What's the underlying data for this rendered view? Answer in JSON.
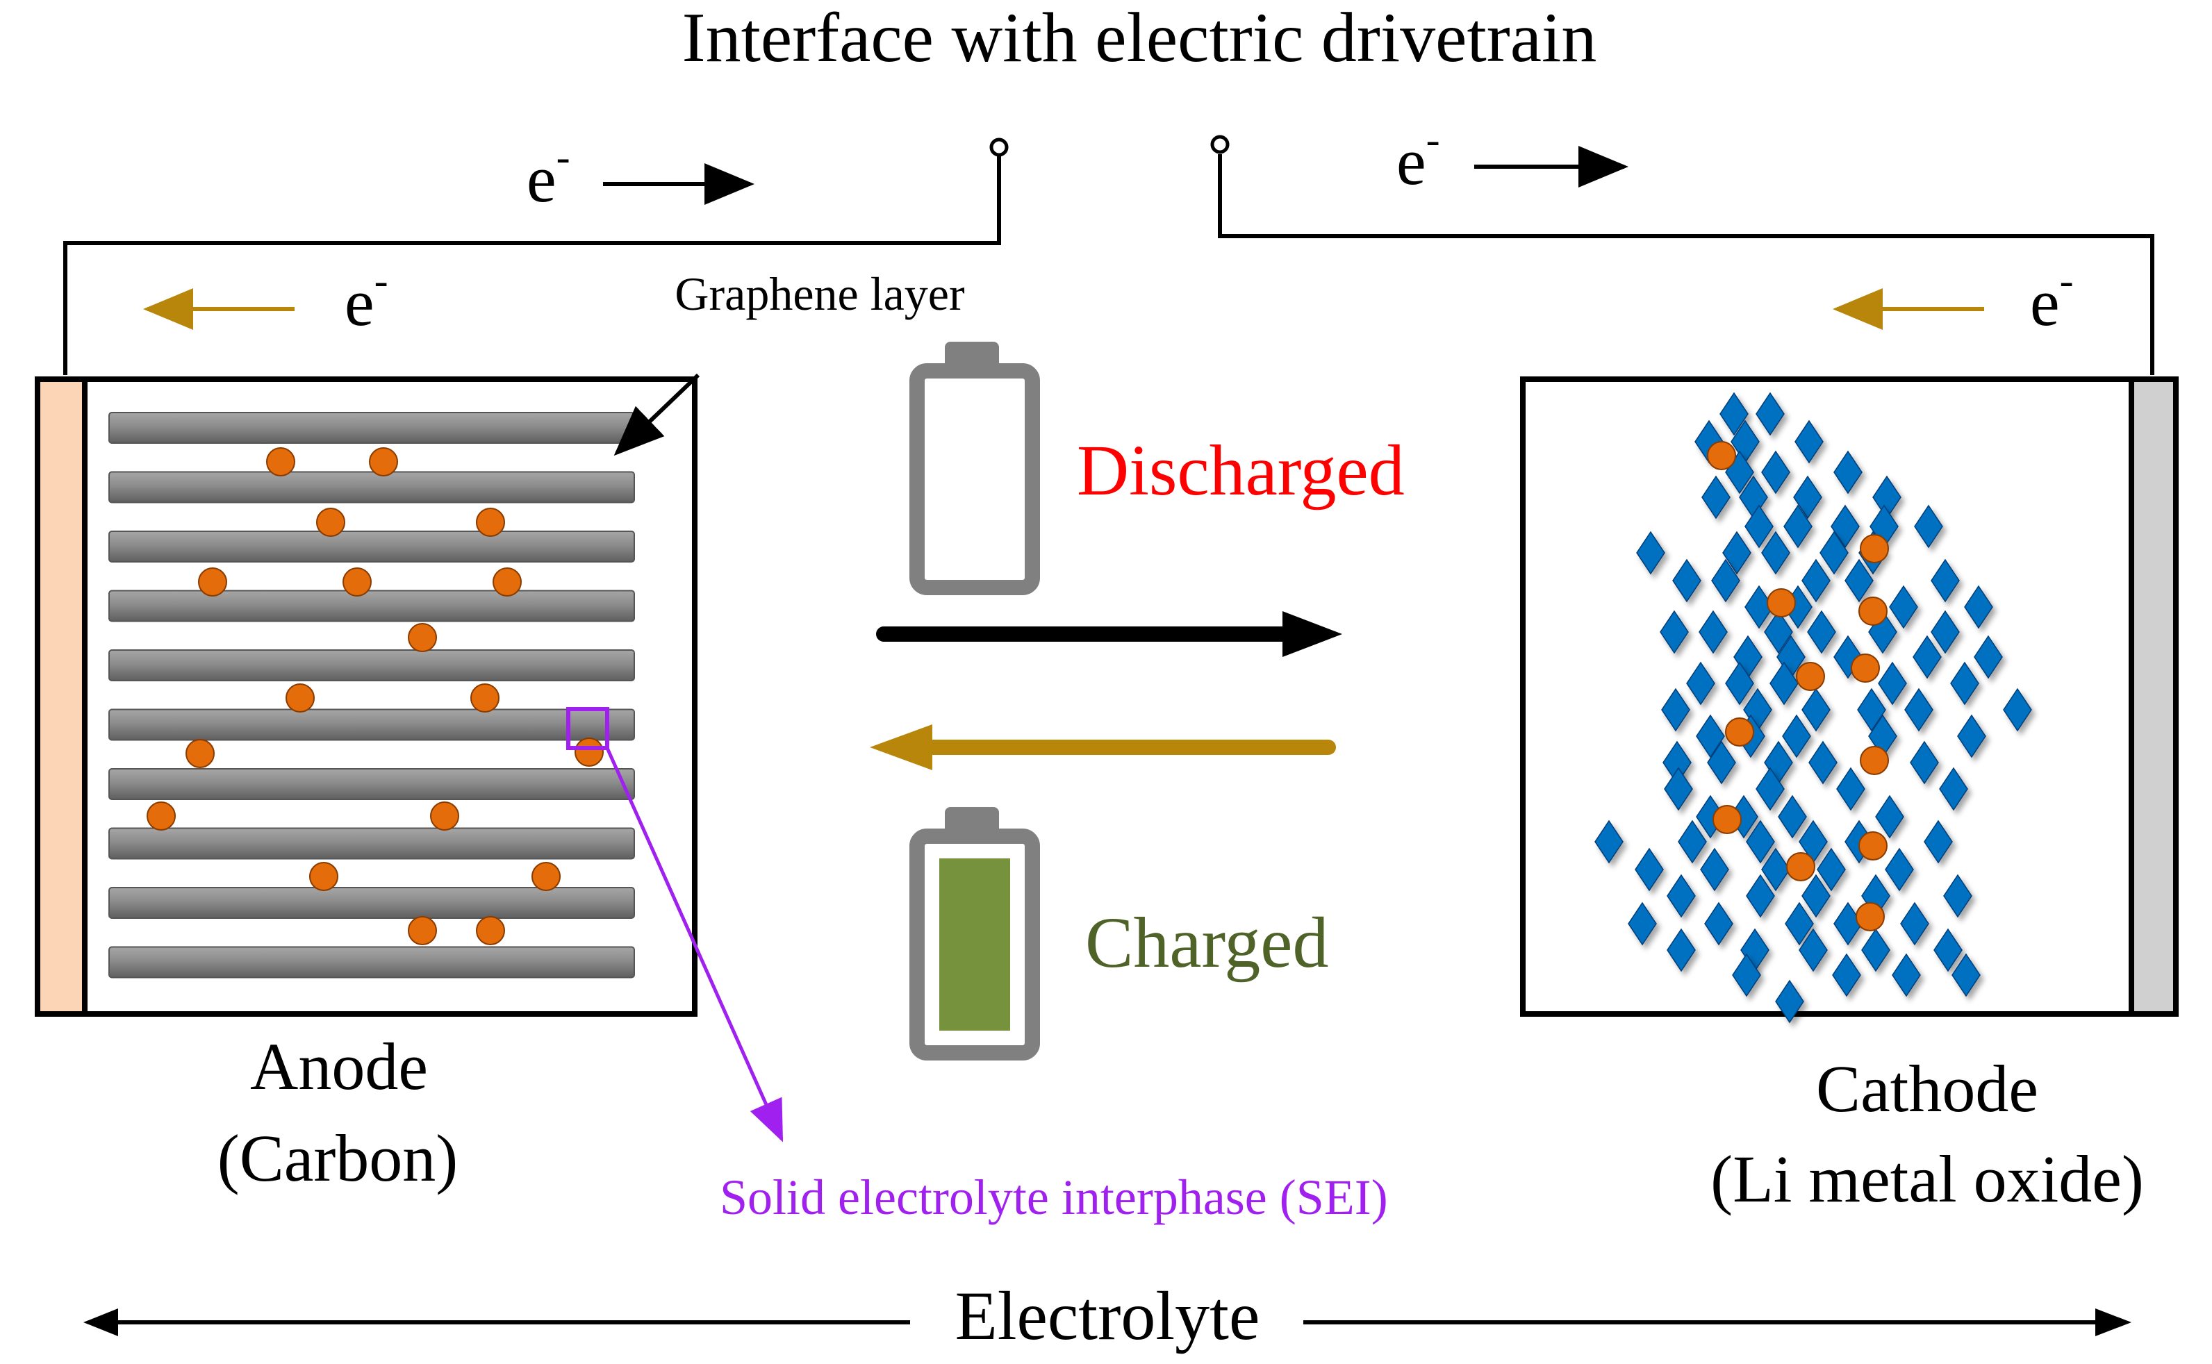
{
  "title": "Interface with electric drivetrain",
  "electron": {
    "symbol": "e",
    "charge": "-"
  },
  "labels": {
    "graphene": "Graphene layer",
    "discharged": "Discharged",
    "charged": "Charged",
    "anode": "Anode",
    "anode_material": "(Carbon)",
    "cathode": "Cathode",
    "cathode_material": "(Li metal oxide)",
    "sei": "Solid electrolyte interphase (SEI)",
    "electrolyte": "Electrolyte"
  },
  "colors": {
    "discharge_flow": "#000000",
    "charge_flow": "#B8860B",
    "discharged_text": "#FF0000",
    "charged_text": "#4F6228",
    "battery_fill_low": "#FF0000",
    "battery_fill_full": "#76923C",
    "battery_shell": "#808080",
    "lithium_ion": "#E46C0A",
    "metal_oxide": "#0070C0",
    "graphene_layer": "#808080",
    "anode_collector": "#FBD5B5",
    "cathode_collector": "#D0D0D0",
    "sei_marker": "#A020F0"
  },
  "battery_levels": {
    "discharged": 0.1,
    "charged": 1.0
  },
  "icons": [
    "battery-low-icon",
    "battery-full-icon"
  ]
}
